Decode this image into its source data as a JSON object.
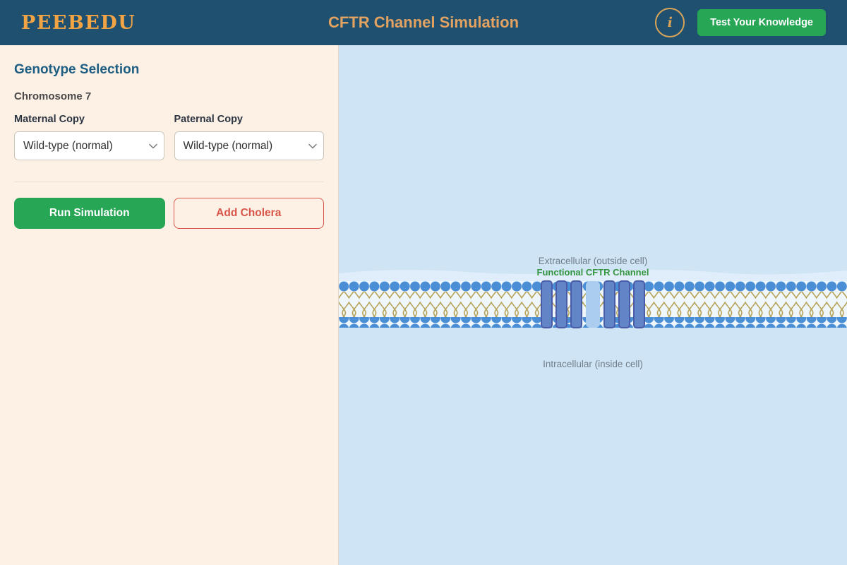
{
  "header": {
    "logo": "PEEBEDU",
    "title": "CFTR Channel Simulation",
    "info_icon": "i",
    "test_knowledge_button": "Test Your Knowledge"
  },
  "sidebar": {
    "heading": "Genotype Selection",
    "subheading": "Chromosome 7",
    "maternal": {
      "label": "Maternal Copy",
      "selected": "Wild-type (normal)"
    },
    "paternal": {
      "label": "Paternal Copy",
      "selected": "Wild-type (normal)"
    },
    "run_button": "Run Simulation",
    "cholera_button": "Add Cholera"
  },
  "simulation": {
    "extracellular_label": "Extracellular (outside cell)",
    "channel_label": "Functional CFTR Channel",
    "intracellular_label": "Intracellular (inside cell)"
  },
  "colors": {
    "header_bg": "#1F506F",
    "logo_orange": "#F2A444",
    "title_orange": "#E2A262",
    "info_ring_orange": "#D9A458",
    "accent_green": "#27A656",
    "accent_red": "#D9564A",
    "panel_cream": "#FDF0E5",
    "heading_teal": "#1D5E82",
    "sim_blue": "#CFE5F6",
    "fluid_band_light": "#DFEEFA",
    "lipid_head_blue": "#4A8ED6",
    "lipid_tail_olive": "#B6A254",
    "membrane_interior": "#EFF7FD",
    "channel_pillar": "#6285C8",
    "channel_pillar_border": "#4A5CA8",
    "channel_pore": "#ABCEF0",
    "label_gray": "#6F7D89",
    "channel_label_green": "#35953F"
  }
}
